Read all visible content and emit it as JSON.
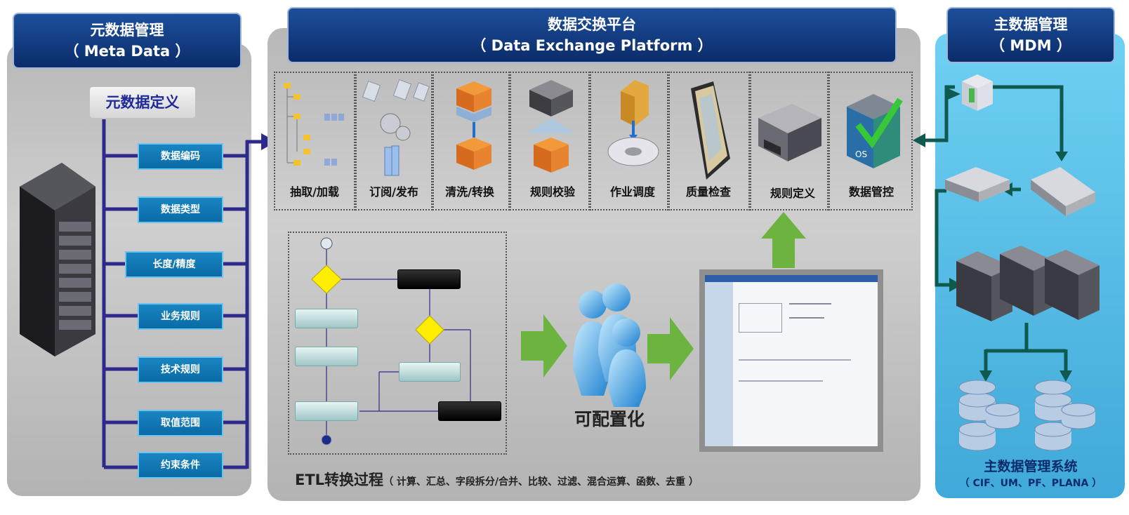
{
  "meta": {
    "title_cn": "元数据管理",
    "title_en": "（ Meta Data ）",
    "definition_label": "元数据定义",
    "items": [
      "数据编码",
      "数据类型",
      "长度/精度",
      "业务规则",
      "技术规则",
      "取值范围",
      "约束条件"
    ]
  },
  "exchange": {
    "title_cn": "数据交换平台",
    "title_en": "（ Data Exchange Platform ）",
    "tools": [
      "抽取/加载",
      "订阅/发布",
      "清洗/转换",
      "规则校验",
      "作业调度",
      "质量检查",
      "规则定义",
      "数据管控"
    ],
    "configurable_label": "可配置化",
    "etl_title": "ETL转换过程",
    "etl_detail": "（ 计算、汇总、字段拆分/合并、比较、过滤、混合运算、函数、去重 ）"
  },
  "mdm": {
    "title_cn": "主数据管理",
    "title_en": "（ MDM ）",
    "system_label": "主数据管理系统",
    "system_detail": "（ CIF、UM、PF、PLANA ）"
  },
  "colors": {
    "header_blue": "#0b2c6b",
    "connector_navy": "#2e2a8c",
    "item_blue": "#0a6aa6",
    "mdm_panel": "#5fc0e8",
    "mdm_arrow": "#0f5a4e",
    "green_arrow": "#6db33f",
    "diamond": "#ffee00"
  },
  "icons": [
    "server-rack-icon",
    "tree-view-icon",
    "gears-icon",
    "cube-stack-icon",
    "server-box-icon",
    "folder-disk-icon",
    "chip-icon",
    "machine-icon",
    "check-os-icon",
    "people-icon",
    "app-window-icon",
    "pc-icon",
    "network-box-icon",
    "server-cluster-icon",
    "database-icon"
  ]
}
